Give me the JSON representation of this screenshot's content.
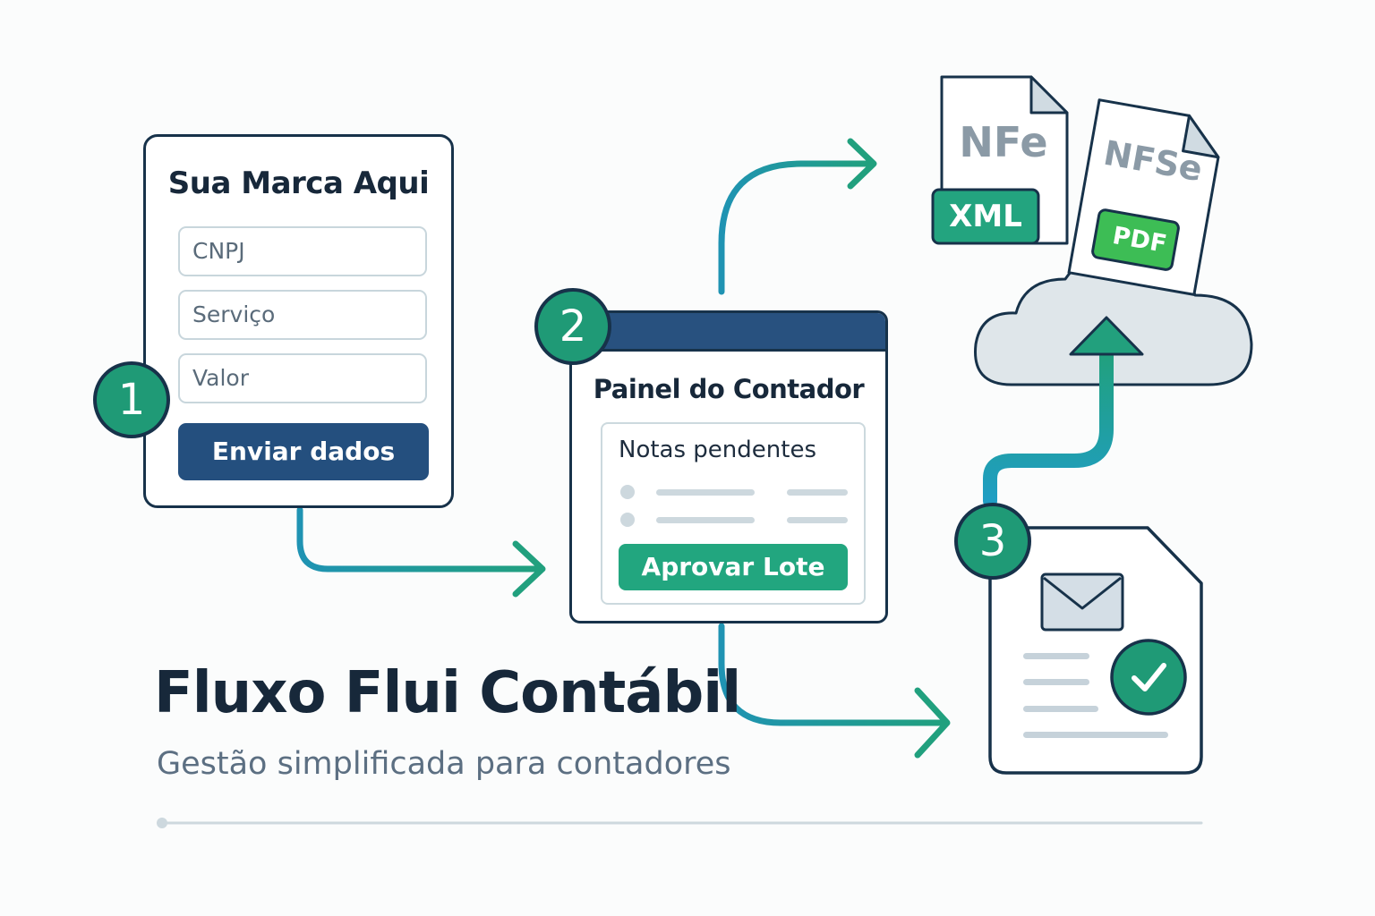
{
  "form": {
    "brand": "Sua Marca Aqui",
    "fields": [
      "CNPJ",
      "Serviço",
      "Valor"
    ],
    "submit_label": "Enviar dados"
  },
  "dashboard": {
    "title": "Painel do Contador",
    "pending_label": "Notas pendentes",
    "approve_label": "Aprovar Lote"
  },
  "files": {
    "nfe_label": "NFe",
    "nfe_format": "XML",
    "nfse_label": "NFSe",
    "nfse_format": "PDF"
  },
  "steps": [
    "1",
    "2",
    "3"
  ],
  "footer": {
    "title": "Fluxo Flui Contábil",
    "subtitle": "Gestão simplificada para contadores"
  },
  "colors": {
    "navy": "#17324a",
    "blue_button": "#244f7e",
    "green": "#1f9a76",
    "teal_arrow": "#1f93b3",
    "pdf_green": "#3dbd55"
  },
  "icons": [
    "cloud-upload-icon",
    "envelope-icon",
    "checkmark-icon",
    "document-icon"
  ]
}
